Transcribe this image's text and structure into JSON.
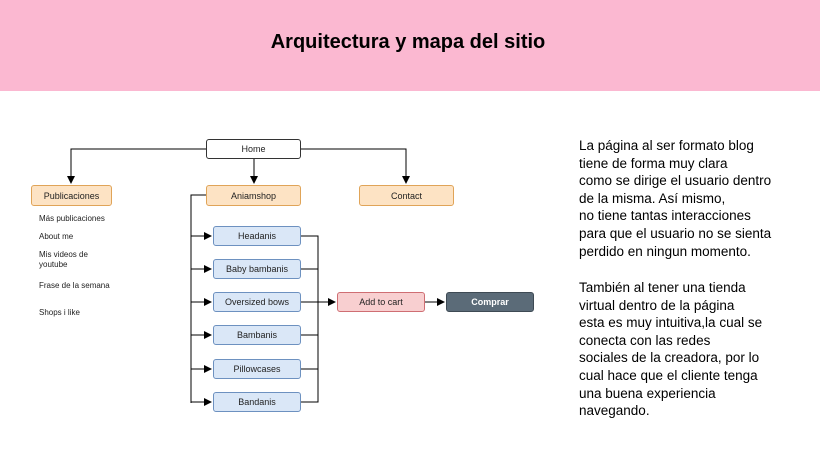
{
  "slide": {
    "title": "Arquitectura y mapa del sitio",
    "header_color": "#fbb8d1"
  },
  "diagram": {
    "home": "Home",
    "branches": {
      "publicaciones": "Publicaciones",
      "aniamshop": "Aniamshop",
      "contact": "Contact"
    },
    "publicaciones_items": [
      "Más publicaciones",
      "About me",
      "Mis videos de youtube",
      "Frase de la semana",
      "Shops i like"
    ],
    "shop_items": [
      "Headanis",
      "Baby bambanis",
      "Oversized bows",
      "Bambanis",
      "Pillowcases",
      "Bandanis"
    ],
    "add_to_cart": "Add to cart",
    "comprar": "Comprar",
    "colors": {
      "orange_fill": "#fde3c4",
      "blue_fill": "#dae7f7",
      "red_fill": "#f8cfd0",
      "dark_fill": "#5b6b78"
    }
  },
  "text": {
    "paragraph1": "La página al ser formato blog\ntiene de forma muy clara\ncomo se dirige el usuario dentro\nde la misma. Así mismo,\nno tiene tantas interacciones\npara que el usuario no se sienta\nperdido en ningun momento.",
    "paragraph2": "También al tener una tienda\nvirtual dentro de la página\nesta es muy intuitiva,la cual se\nconecta con las redes\nsociales de la creadora, por lo\ncual hace que el cliente tenga\nuna buena experiencia\nnavegando."
  }
}
